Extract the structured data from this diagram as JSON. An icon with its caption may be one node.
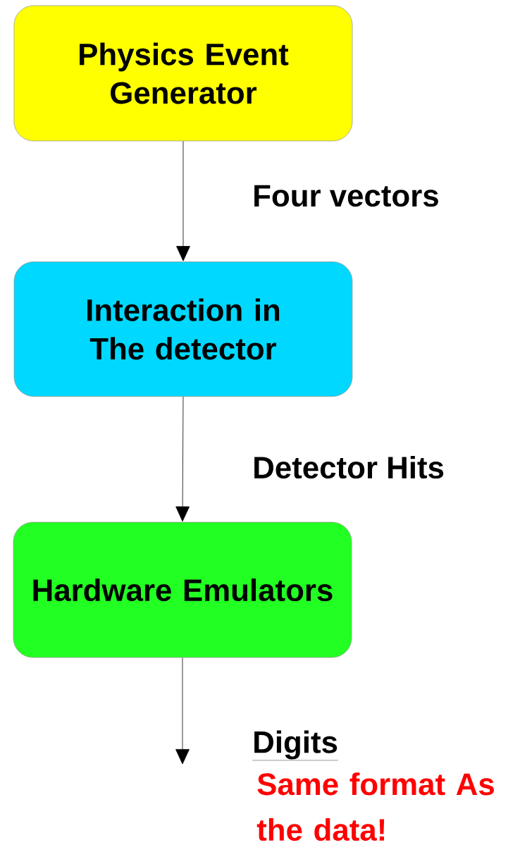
{
  "diagram": {
    "nodes": [
      {
        "text": [
          "Physics Event Generator"
        ]
      },
      {
        "text": [
          "Interaction in The detector"
        ]
      },
      {
        "text": [
          "Hardware Emulators"
        ]
      }
    ],
    "edges": [
      {
        "from": 0,
        "to": 1,
        "arrow": "to",
        "label": "Four vectors"
      },
      {
        "from": 1,
        "to": 2,
        "arrow": "to",
        "label": "Detector Hits"
      },
      {
        "from": 2,
        "to": null,
        "arrow": "to",
        "label": "Digits"
      }
    ],
    "labels": [
      "Same format As the data!"
    ]
  }
}
